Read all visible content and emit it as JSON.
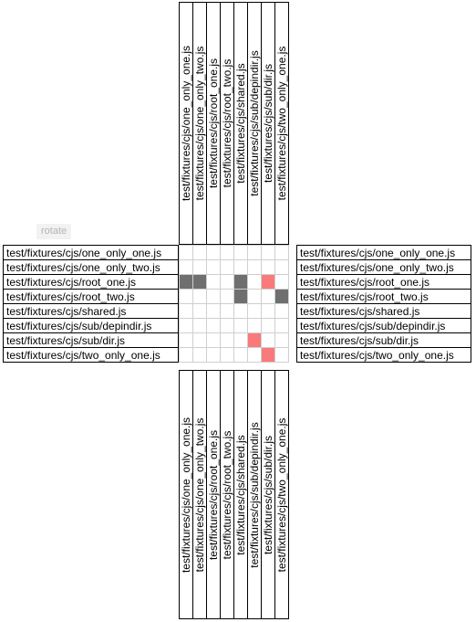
{
  "rotate_label": "rotate",
  "files": [
    "test/fixtures/cjs/one_only_one.js",
    "test/fixtures/cjs/one_only_two.js",
    "test/fixtures/cjs/root_one.js",
    "test/fixtures/cjs/root_two.js",
    "test/fixtures/cjs/shared.js",
    "test/fixtures/cjs/sub/depindir.js",
    "test/fixtures/cjs/sub/dir.js",
    "test/fixtures/cjs/two_only_one.js"
  ],
  "matrix": [
    [
      "",
      "",
      "",
      "",
      "",
      "",
      "",
      ""
    ],
    [
      "",
      "",
      "",
      "",
      "",
      "",
      "",
      ""
    ],
    [
      "dark",
      "dark",
      "",
      "",
      "dark",
      "",
      "red",
      ""
    ],
    [
      "",
      "",
      "",
      "",
      "dark",
      "",
      "",
      "dark"
    ],
    [
      "",
      "",
      "",
      "",
      "",
      "",
      "",
      ""
    ],
    [
      "",
      "",
      "",
      "",
      "",
      "",
      "",
      ""
    ],
    [
      "",
      "",
      "",
      "",
      "",
      "red",
      "",
      ""
    ],
    [
      "",
      "",
      "",
      "",
      "",
      "",
      "red",
      ""
    ]
  ],
  "colors": {
    "dependency": "#6f6f6f",
    "cycle": "#f97a7a",
    "grid": "#cfcfcf"
  }
}
